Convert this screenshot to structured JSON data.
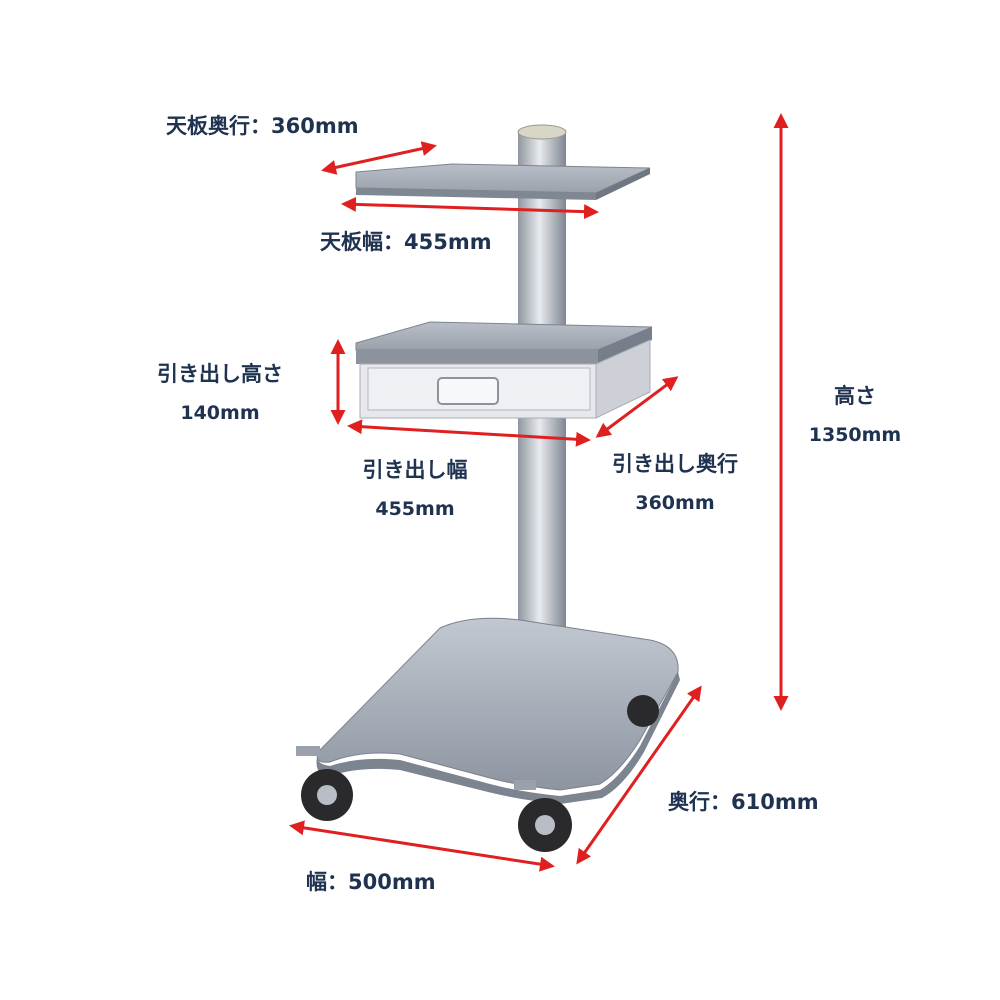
{
  "colors": {
    "arrow": "#e02020",
    "label_text": "#1f3350",
    "frame_gray": "#8e96a3",
    "panel_light": "#e4e6ea",
    "pole": "#b9bec6",
    "base": "#9aa2ad"
  },
  "dimensions": {
    "top_depth": "天板奥行：360mm",
    "top_width": "天板幅：455mm",
    "drawer_height_label": "引き出し高さ",
    "drawer_height_value": "140mm",
    "drawer_width_label": "引き出し幅",
    "drawer_width_value": "455mm",
    "drawer_depth_label": "引き出し奥行",
    "drawer_depth_value": "360mm",
    "height_label": "高さ",
    "height_value": "1350mm",
    "depth": "奥行：610mm",
    "width": "幅：500mm"
  }
}
